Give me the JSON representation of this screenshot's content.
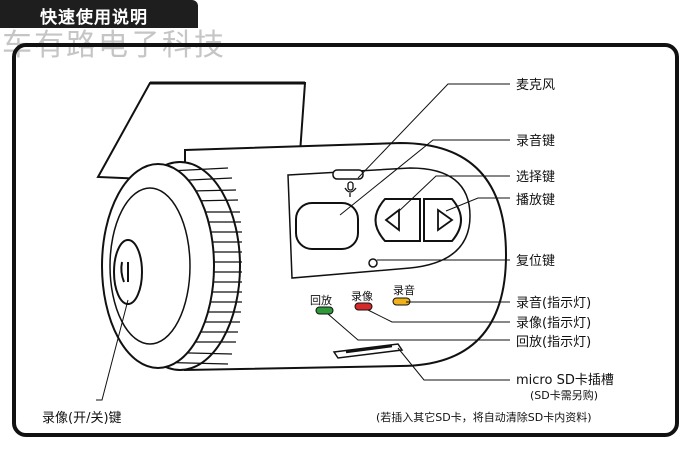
{
  "header": {
    "title": "快速使用说明",
    "watermark": "车有路电子科技"
  },
  "device": {
    "led_labels": {
      "playback": "回放",
      "record_video": "录像",
      "record_audio": "录音"
    },
    "led_colors": {
      "playback": "#2e9a3a",
      "record_video": "#d42a2a",
      "record_audio": "#f0b21a"
    }
  },
  "callouts": {
    "microphone": "麦克风",
    "record_audio_key": "录音键",
    "select_key": "选择键",
    "play_key": "播放键",
    "reset_key": "复位键",
    "record_audio_indicator": "录音(指示灯)",
    "record_video_indicator": "录像(指示灯)",
    "playback_indicator": "回放(指示灯)",
    "sd_slot": "micro SD卡插槽",
    "sd_note": "(SD卡需另购)",
    "power_key": "录像(开/关)键",
    "warning": "(若插入其它SD卡，将自动清除SD卡内资料)"
  }
}
